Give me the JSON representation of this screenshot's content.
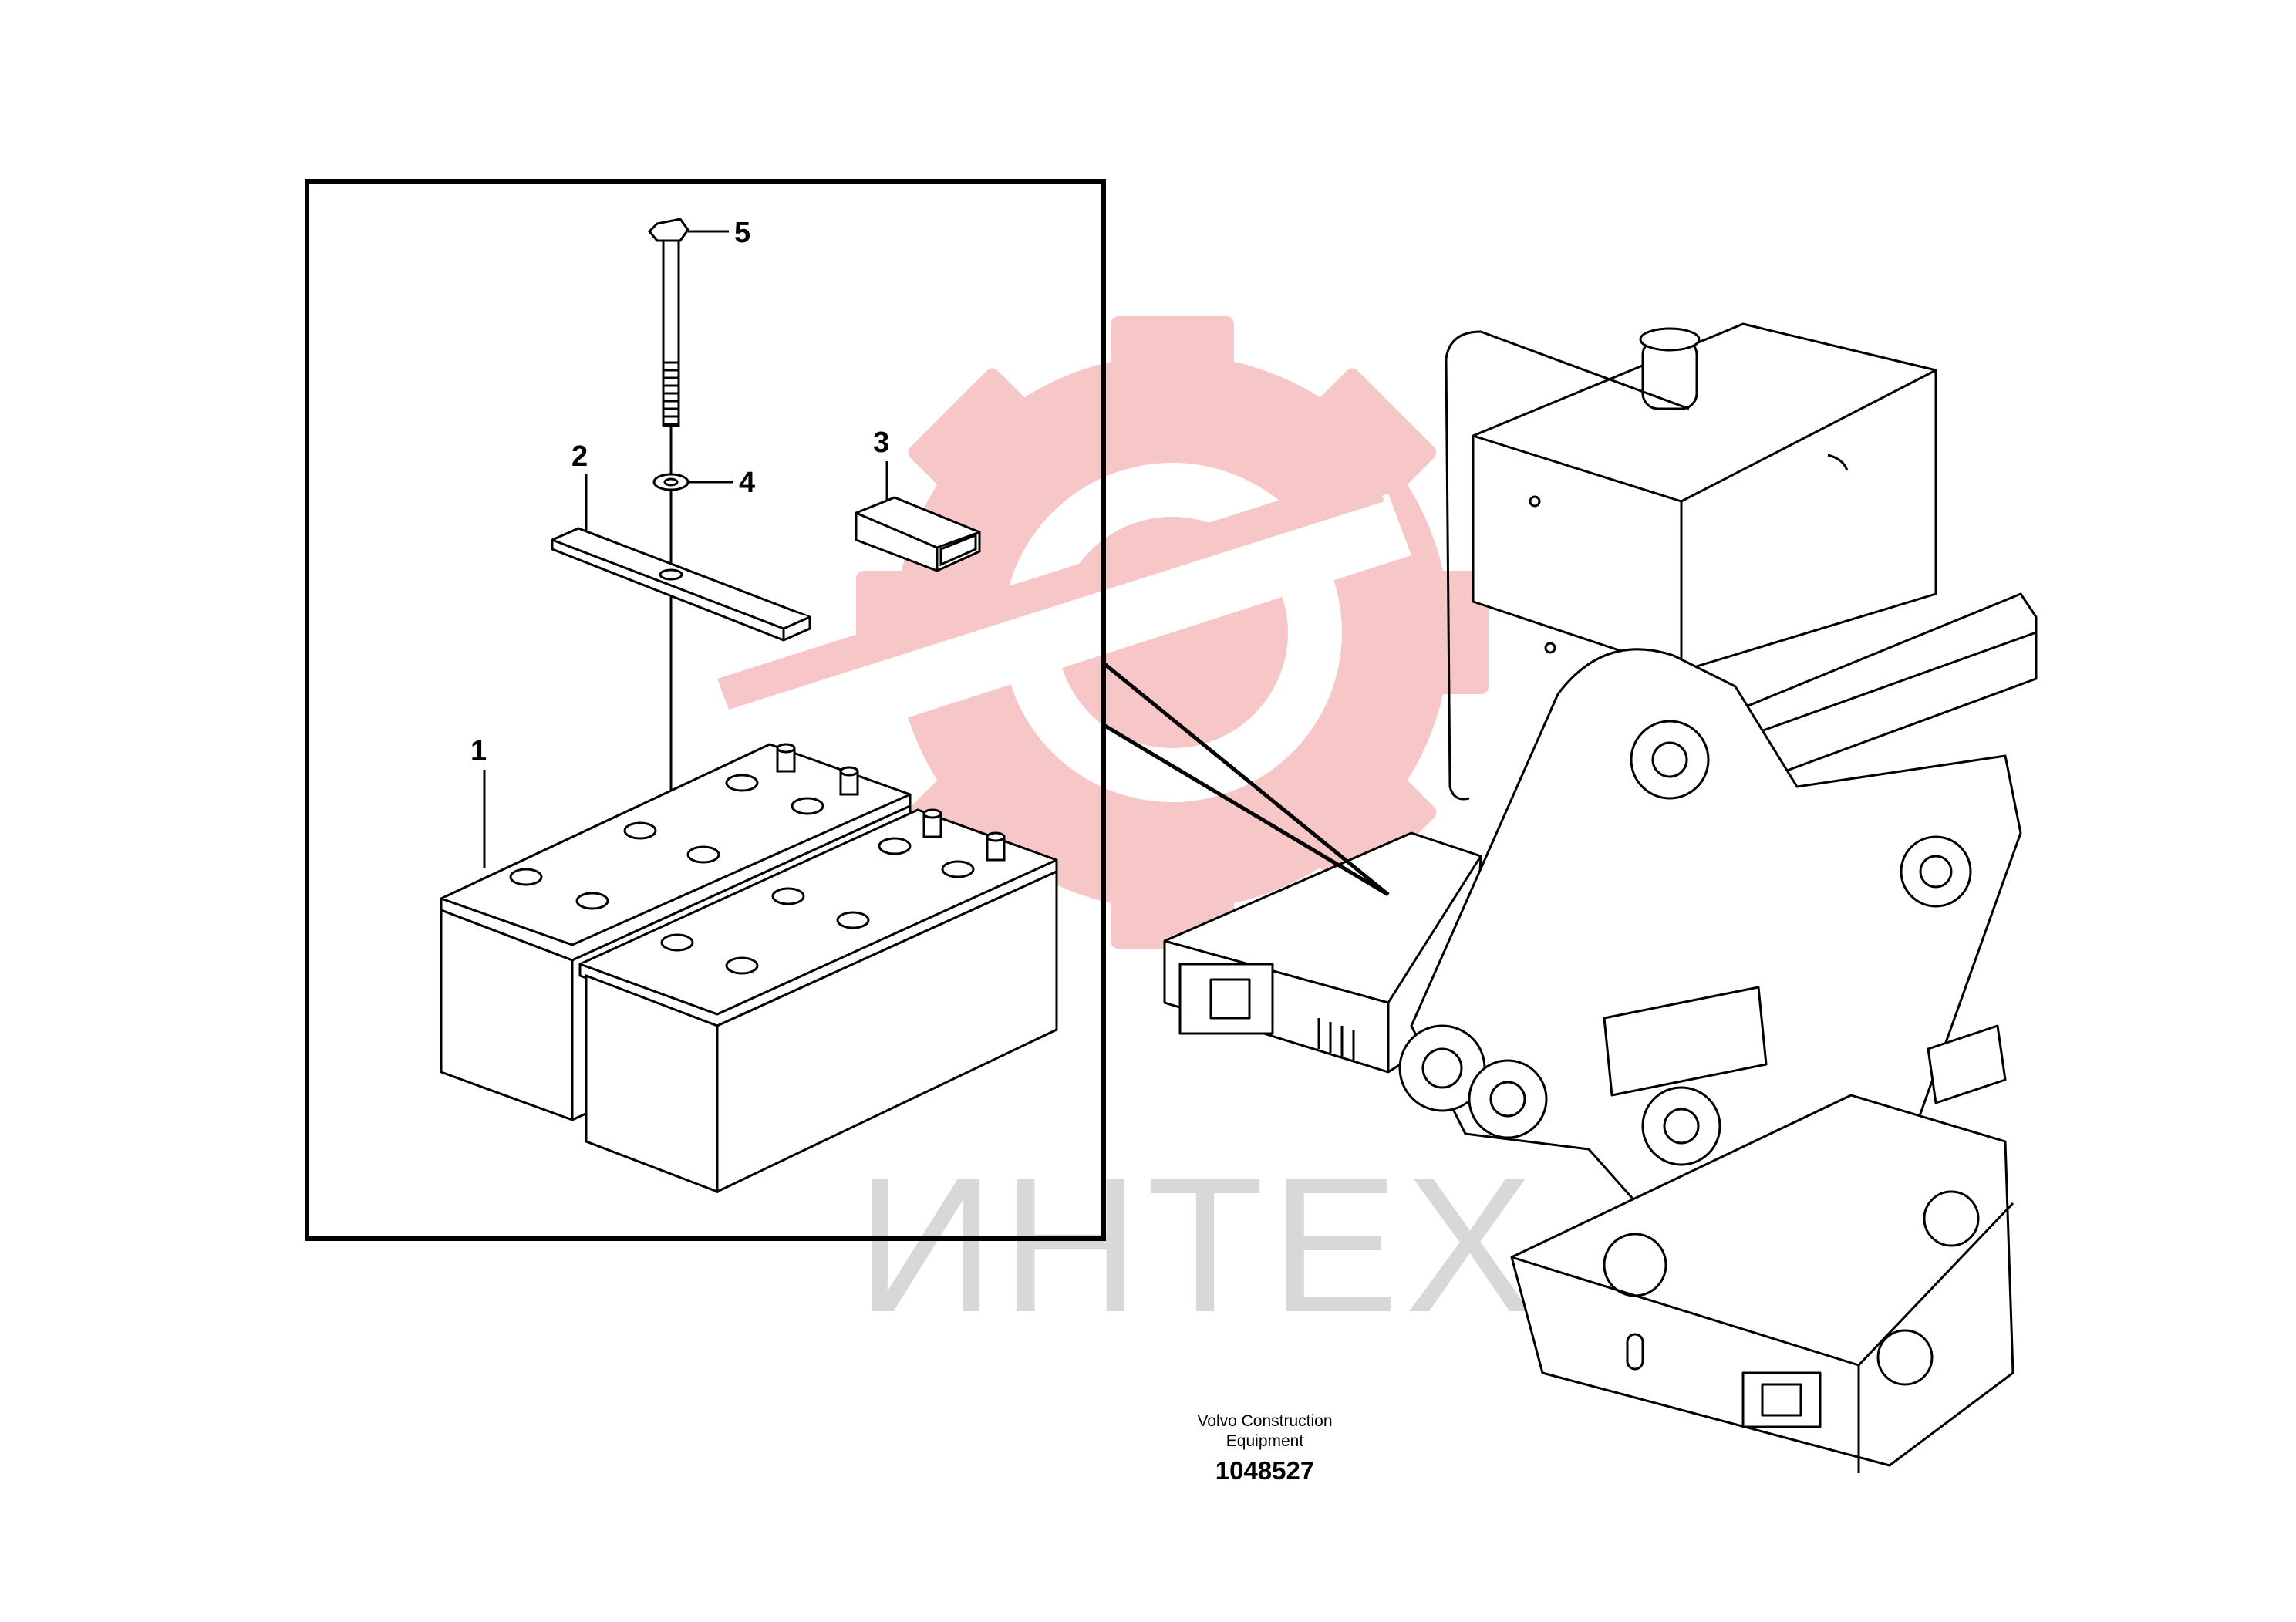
{
  "watermark": {
    "text": "ИНТЕХ",
    "logo": "gear-wrench-logo",
    "logo_color": "#f4a6a6",
    "text_color": "#d8d8d8"
  },
  "callouts": {
    "c1": "1",
    "c2": "2",
    "c3": "3",
    "c4": "4",
    "c5": "5"
  },
  "parts": [
    "battery",
    "battery-hold-down-strap",
    "terminal-cover",
    "washer",
    "bolt"
  ],
  "caption": {
    "line1": "Volvo Construction",
    "line2": "Equipment",
    "drawing_number": "1048527"
  }
}
